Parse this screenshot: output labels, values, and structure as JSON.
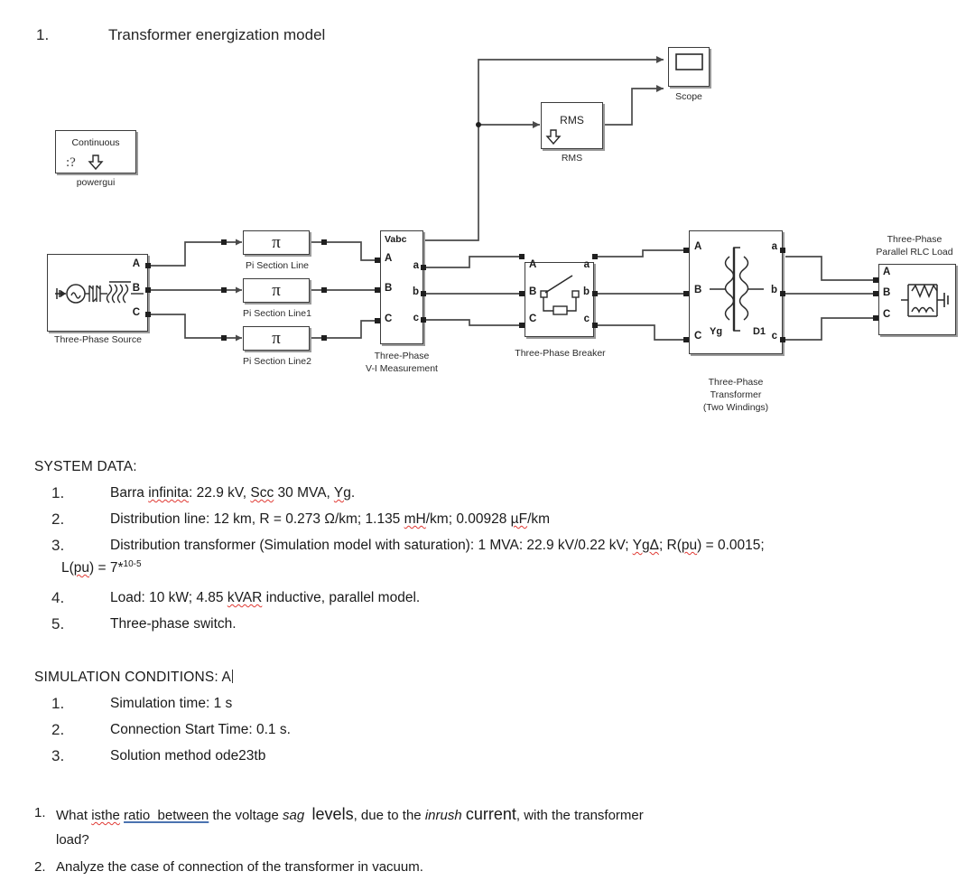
{
  "title": {
    "number": "1.",
    "text": "Transformer energization model"
  },
  "diagram": {
    "blocks": [
      {
        "name": "powergui",
        "label": "powergui",
        "inner": "Continuous"
      },
      {
        "name": "three-phase-source",
        "label": "Three-Phase Source",
        "ports": [
          "A",
          "B",
          "C"
        ]
      },
      {
        "name": "pi-section-line",
        "label": "Pi Section Line",
        "symbol": "π"
      },
      {
        "name": "pi-section-line1",
        "label": "Pi Section Line1",
        "symbol": "π"
      },
      {
        "name": "pi-section-line2",
        "label": "Pi Section Line2",
        "symbol": "π"
      },
      {
        "name": "vi-measurement",
        "label": "Three-Phase\nV-I Measurement",
        "top_port": "Vabc",
        "in_ports": [
          "A",
          "B",
          "C"
        ],
        "out_ports": [
          "a",
          "b",
          "c"
        ]
      },
      {
        "name": "three-phase-breaker",
        "label": "Three-Phase Breaker",
        "in_ports": [
          "A",
          "B",
          "C"
        ],
        "out_ports": [
          "a",
          "b",
          "c"
        ]
      },
      {
        "name": "three-phase-transformer",
        "label": "Three-Phase\nTransformer\n(Two Windings)",
        "in_ports": [
          "A",
          "B",
          "C"
        ],
        "out_ports": [
          "a",
          "b",
          "c"
        ],
        "winding_primary": "Yg",
        "winding_secondary": "D1"
      },
      {
        "name": "rlc-load",
        "label": "Three-Phase\nParallel RLC Load",
        "ports": [
          "A",
          "B",
          "C"
        ]
      },
      {
        "name": "rms",
        "label": "RMS",
        "inner": "RMS"
      },
      {
        "name": "scope",
        "label": "Scope"
      }
    ],
    "labels": {
      "powergui": "powergui",
      "powergui_inner": "Continuous",
      "source": "Three-Phase Source",
      "pi1": "Pi Section Line",
      "pi2": "Pi Section Line1",
      "pi3": "Pi Section Line2",
      "vi_l1": "Three-Phase",
      "vi_l2": "V-I Measurement",
      "vabc": "Vabc",
      "breaker": "Three-Phase Breaker",
      "xfmr_l1": "Three-Phase",
      "xfmr_l2": "Transformer",
      "xfmr_l3": "(Two Windings)",
      "yg": "Yg",
      "d1": "D1",
      "load_l1": "Three-Phase",
      "load_l2": "Parallel RLC Load",
      "rms_inner": "RMS",
      "rms": "RMS",
      "scope": "Scope",
      "pi_symbol": "π",
      "port_A": "A",
      "port_B": "B",
      "port_C": "C",
      "port_a": "a",
      "port_b": "b",
      "port_c": "c"
    }
  },
  "system_data": {
    "heading": "SYSTEM DATA:",
    "items": [
      {
        "num": "1.",
        "pre": "Barra ",
        "squiggle": "infinita",
        "post": ": 22.9 kV, ",
        "squiggle2": "Scc",
        "post2": " 30 MVA, ",
        "squiggle3": "Yg",
        "post3": "."
      },
      {
        "num": "2.",
        "text": "Distribution line: 12 km, R = 0.273 Ω/km; 1.135 mH/km; 0.00928 µF/km"
      },
      {
        "num": "3.",
        "text": "Distribution transformer (Simulation model with saturation): 1 MVA: 22.9 kV/0.22 kV; YgΔ; R(pu) = 0.0015;",
        "cont_pre": "L(pu) = 7*",
        "cont_sup": "10-5"
      },
      {
        "num": "4.",
        "text": "Load: 10 kW; 4.85 kVAR inductive, parallel model."
      },
      {
        "num": "5.",
        "text": "Three-phase switch."
      }
    ],
    "line2_pre": "Distribution line: 12 km, R = 0.273 Ω/km; 1.135 ",
    "line2_sq": "mH",
    "line2_mid": "/km; 0.00928 ",
    "line2_sq2": "µF",
    "line2_post": "/km",
    "line3_pre": "Distribution transformer (Simulation model with saturation): 1 MVA: 22.9 kV/0.22 kV; ",
    "line3_sq": "YgΔ",
    "line3_mid": "; R(",
    "line3_sq2": "pu",
    "line3_post": ") = 0.0015;",
    "line3_cont_pre": "L(",
    "line3_cont_sq": "pu",
    "line3_cont_mid": ") = 7*",
    "line3_cont_sup": "10-5",
    "line4_pre": "Load: 10 kW; 4.85 ",
    "line4_sq": "kVAR",
    "line4_post": " inductive, parallel model.",
    "line5": "Three-phase switch."
  },
  "simulation_conditions": {
    "heading": "SIMULATION CONDITIONS: A",
    "items": [
      {
        "num": "1.",
        "text": "Simulation time: 1 s"
      },
      {
        "num": "2.",
        "text": "Connection Start Time: 0.1 s."
      },
      {
        "num": "3.",
        "text": "Solution method ode23tb"
      }
    ]
  },
  "questions": [
    {
      "num": "1.",
      "p1": "What ",
      "sq": "isthe",
      "p2": " ",
      "blue": "ratio  between",
      "p3": " the voltage ",
      "ital1": "sag",
      "p4": "  ",
      "big1": "levels",
      "p5": ", due to the ",
      "ital2": "inrush",
      "p6": " ",
      "big2": "current",
      "p7": ", with the transformer",
      "line2": "load?"
    },
    {
      "num": "2.",
      "p1": "Analyze the case of connection of the transformer in vacuum."
    }
  ],
  "colors": {
    "ink": "#1a1a1a",
    "wire": "#4a4a4a",
    "spell_red": "#e03a34",
    "grammar_blue": "#4a72b0",
    "block_border": "#3c3c3c",
    "block_shadow": "#9a9a9a"
  }
}
